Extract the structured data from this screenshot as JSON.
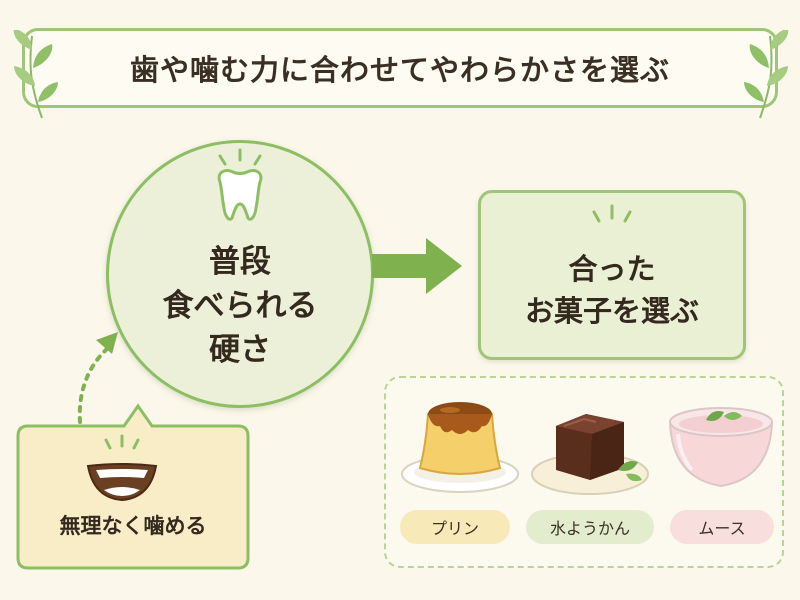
{
  "title": "歯や噛む力に合わせてやわらかさを選ぶ",
  "circle": {
    "lines": [
      "普段",
      "食べられる",
      "硬さ"
    ]
  },
  "result_box": {
    "lines": [
      "合った",
      "お菓子を選ぶ"
    ]
  },
  "bubble": {
    "label": "無理なく噛める"
  },
  "sweets": [
    {
      "label": "プリン"
    },
    {
      "label": "水ようかん"
    },
    {
      "label": "ムース"
    }
  ],
  "colors": {
    "background": "#fbf7ea",
    "border_green": "#9fc57a",
    "arrow_green": "#7fb24f",
    "circle_fill": "#ecf0d8",
    "bubble_fill": "#f8edc7",
    "pill_pudding": "#f8e9b8",
    "pill_yokan": "#e3eccd",
    "pill_mousse": "#f9dede"
  },
  "icons": [
    "leaf-decoration",
    "tooth-icon",
    "smile-icon",
    "pudding-image",
    "yokan-image",
    "mousse-image",
    "arrow-right-icon",
    "dotted-arrow-up-icon"
  ]
}
